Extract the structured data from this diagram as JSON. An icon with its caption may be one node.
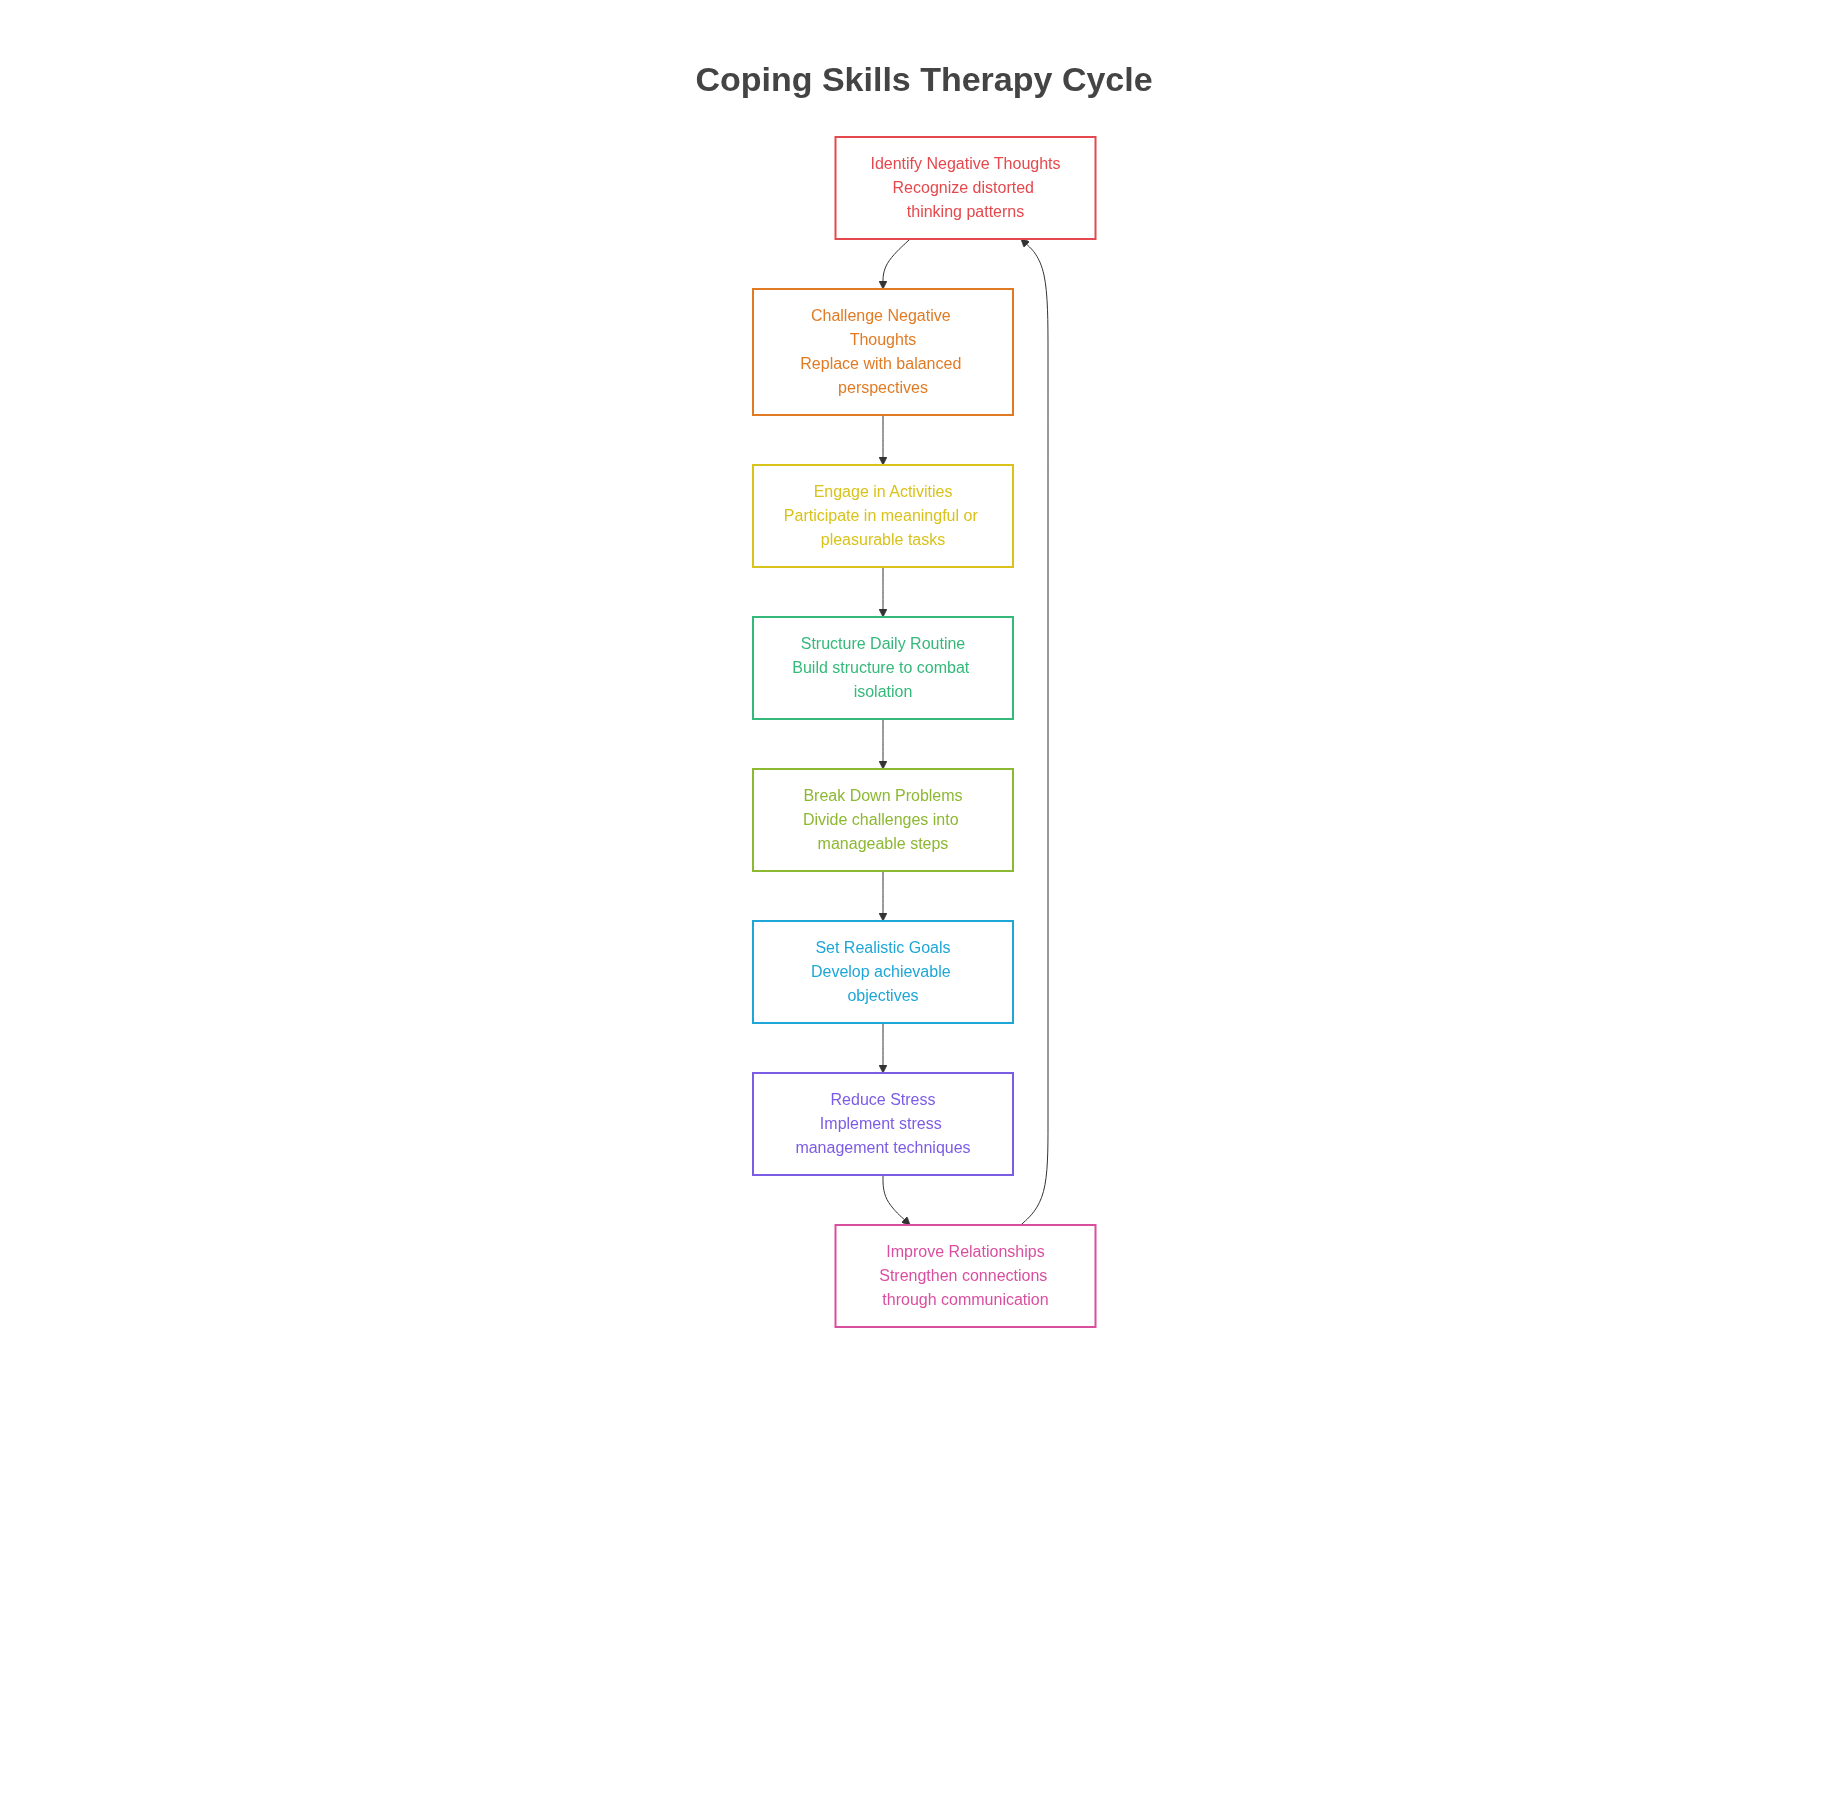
{
  "diagram": {
    "title": "Coping Skills Therapy Cycle",
    "nodes": [
      {
        "text": [
          "Identify Negative Thoughts",
          "Recognize distorted thinking patterns"
        ]
      },
      {
        "text": [
          "Challenge Negative Thoughts",
          "Replace with balanced perspectives"
        ]
      },
      {
        "text": [
          "Engage in Activities",
          "Participate in meaningful or pleasurable tasks"
        ]
      },
      {
        "text": [
          "Structure Daily Routine",
          "Build structure to combat isolation"
        ]
      },
      {
        "text": [
          "Break Down Problems",
          "Divide challenges into manageable steps"
        ]
      },
      {
        "text": [
          "Set Realistic Goals",
          "Develop achievable objectives"
        ]
      },
      {
        "text": [
          "Reduce Stress",
          "Implement stress management techniques"
        ]
      },
      {
        "text": [
          "Improve Relationships",
          "Strengthen connections through communication"
        ]
      }
    ],
    "edges": [
      {
        "from": 0,
        "to": 1,
        "arrow": "to"
      },
      {
        "from": 1,
        "to": 2,
        "arrow": "to"
      },
      {
        "from": 2,
        "to": 3,
        "arrow": "to"
      },
      {
        "from": 3,
        "to": 4,
        "arrow": "to"
      },
      {
        "from": 4,
        "to": 5,
        "arrow": "to"
      },
      {
        "from": 5,
        "to": 6,
        "arrow": "to"
      },
      {
        "from": 6,
        "to": 7,
        "arrow": "to"
      },
      {
        "from": 7,
        "to": 0,
        "arrow": "to"
      }
    ]
  }
}
